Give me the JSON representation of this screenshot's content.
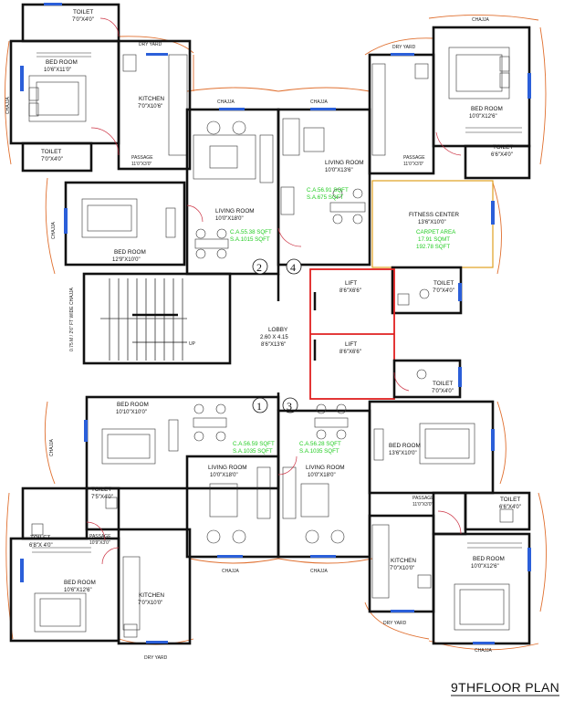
{
  "title": "9THFLOOR PLAN",
  "labels": {
    "chajja": "CHAJJA",
    "dry_yard": "DRY YARD",
    "passage": "PASSAGE",
    "chajja_wide": "0.75 M / 2'6\" FT WIDE CHAJJA",
    "up": "UP"
  },
  "rooms": {
    "tl_toilet": {
      "name": "TOILET",
      "dim": "7'0\"X4'0\""
    },
    "tl_bed": {
      "name": "BED ROOM",
      "dim": "10'6\"X11'0\""
    },
    "tl_kitchen": {
      "name": "KITCHEN",
      "dim": "7'0\"X10'6\""
    },
    "tl_toilet2": {
      "name": "TOILET",
      "dim": "7'0\"X4'0\""
    },
    "tl_passage_dim": "11'0\"X3'0\"",
    "ml_bed": {
      "name": "BED ROOM",
      "dim": "12'9\"X10'0\""
    },
    "lv2": {
      "name": "LIVING ROOM",
      "dim": "10'0\"X18'0\""
    },
    "lv4": {
      "name": "LIVING ROOM",
      "dim": "10'0\"X13'6\""
    },
    "tr_bed": {
      "name": "BED ROOM",
      "dim": "10'0\"X12'6\""
    },
    "tr_toilet": {
      "name": "TOILET",
      "dim": "6'6\"X4'0\""
    },
    "tr_passage_dim": "11'0\"X3'0\"",
    "fitness": {
      "name": "FITNESS CENTER",
      "dim": "13'6\"X10'0\""
    },
    "fitness_area": {
      "l1": "CARPET AREA",
      "l2": "17.91 SQMT",
      "l3": "192.78 SQFT"
    },
    "fit_toilet": {
      "name": "TOILET",
      "dim": "7'0\"X4'0\""
    },
    "lift1": {
      "name": "LIFT",
      "dim": "8'6\"X6'6\""
    },
    "lift2": {
      "name": "LIFT",
      "dim": "8'6\"X6'6\""
    },
    "lobby": {
      "name": "LOBBY",
      "dim1": "2.60 X 4.15",
      "dim2": "8'6\"X13'6\""
    },
    "r_toilet": {
      "name": "TOILET",
      "dim": "7'0\"X4'0\""
    },
    "bl_bed": {
      "name": "BED ROOM",
      "dim": "10'10\"X10'0\""
    },
    "lv1": {
      "name": "LIVING ROOM",
      "dim": "10'0\"X18'0\""
    },
    "lv3": {
      "name": "LIVING ROOM",
      "dim": "10'0\"X18'0\""
    },
    "br_bed1": {
      "name": "BED ROOM",
      "dim": "13'6\"X10'0\""
    },
    "br_toilet": {
      "name": "TOILET",
      "dim": "6'6\"X4'0\""
    },
    "br_passage_dim": "11'0\"X3'0\"",
    "bl_toilet_a": {
      "name": "TOILET",
      "dim": "7'5\"X4'0\""
    },
    "bl_toilet_b": {
      "name": "TOILET",
      "dim": "6'8\"X 4'0\""
    },
    "bl_passage_dim": "10'9\"X3'0\"",
    "bl_bed2": {
      "name": "BED ROOM",
      "dim": "10'6\"X12'6\""
    },
    "bl_kitchen": {
      "name": "KITCHEN",
      "dim": "7'0\"X10'0\""
    },
    "br_kitchen": {
      "name": "KITCHEN",
      "dim": "7'0\"X10'0\""
    },
    "br_bed2": {
      "name": "BED ROOM",
      "dim": "10'0\"X12'6\""
    }
  },
  "areas": {
    "flat2": {
      "ca": "C.A.55.38 SQFT",
      "sa": "S.A.1015 SQFT"
    },
    "flat4": {
      "ca": "C.A.56.91 SQFT",
      "sa": "S.A.675 SQFT"
    },
    "flat1": {
      "ca": "C.A.56.59 SQFT",
      "sa": "S.A.1035 SQFT"
    },
    "flat3": {
      "ca": "C.A.56.28 SQFT",
      "sa": "S.A.1035 SQFT"
    }
  },
  "flat_numbers": {
    "n1": "1",
    "n2": "2",
    "n3": "3",
    "n4": "4"
  },
  "colors": {
    "walls": "#111111",
    "windows": "#2b5fd9",
    "doors": "#cc3344",
    "chajja_arc": "#e07030",
    "area_text": "#22cc22",
    "lift_outline": "#e02020",
    "fitness_outline": "#e0a020"
  }
}
